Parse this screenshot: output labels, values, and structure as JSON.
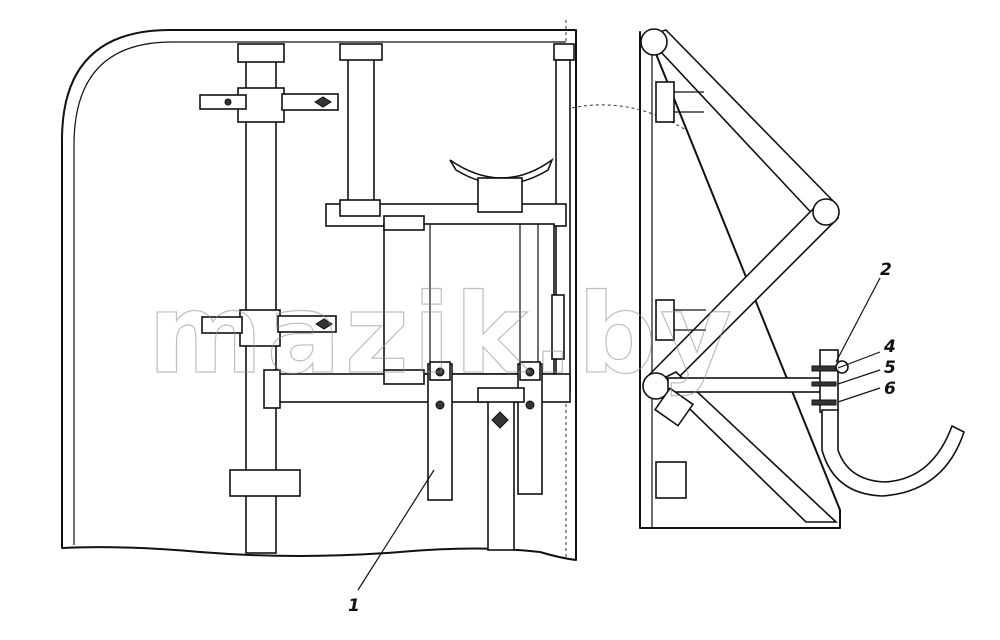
{
  "watermark": "mazik.by",
  "callouts": [
    {
      "id": "1",
      "label": "1"
    },
    {
      "id": "2",
      "label": "2"
    },
    {
      "id": "4",
      "label": "4"
    },
    {
      "id": "5",
      "label": "5"
    },
    {
      "id": "6",
      "label": "6"
    }
  ],
  "colors": {
    "ink": "#111111",
    "watermark": "#8a8a8a",
    "background": "#ffffff"
  }
}
